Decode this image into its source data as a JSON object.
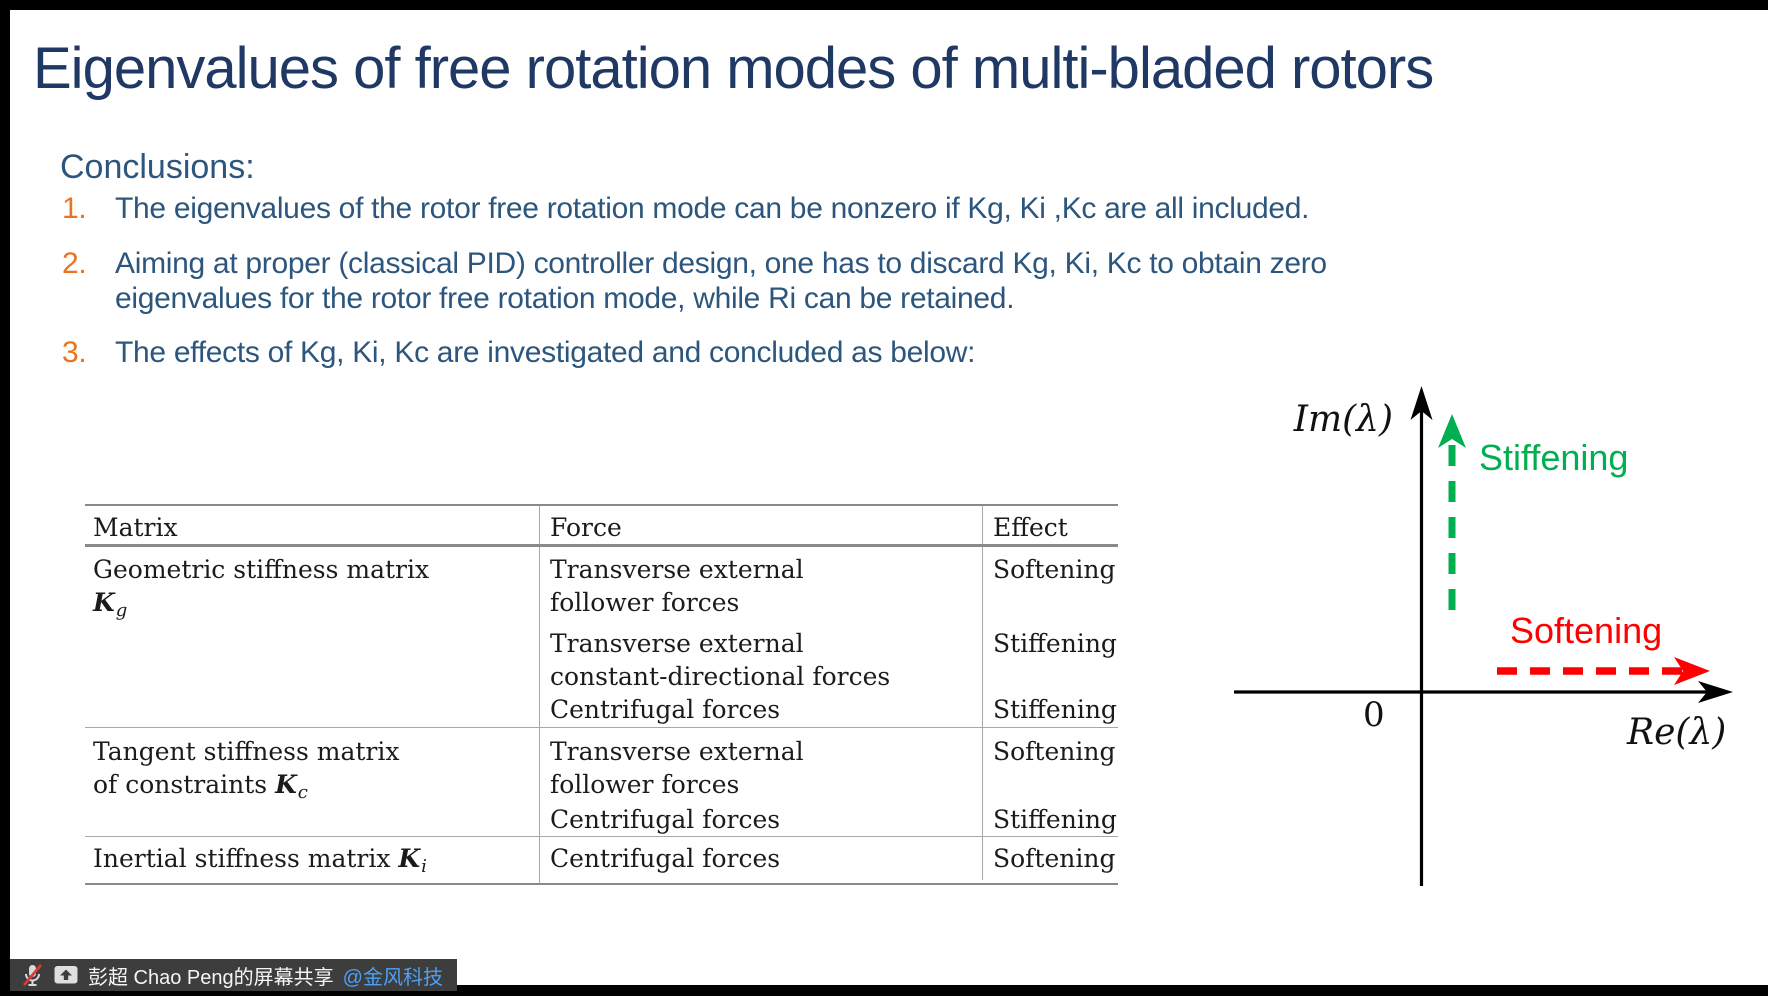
{
  "title": "Eigenvalues of free rotation modes of multi-bladed rotors",
  "conclusions": {
    "heading": "Conclusions:",
    "items": [
      {
        "num": "1.",
        "lines": [
          "The eigenvalues of the rotor free rotation mode can be nonzero if Kg, Ki ,Kc are all included."
        ]
      },
      {
        "num": "2.",
        "lines": [
          "Aiming at proper (classical PID) controller design, one has to discard Kg, Ki, Kc to obtain zero",
          "eigenvalues for the rotor free rotation mode, while Ri can be retained."
        ]
      },
      {
        "num": "3.",
        "lines": [
          "The effects of Kg, Ki, Kc are investigated and concluded as below:"
        ]
      }
    ]
  },
  "table": {
    "headers": {
      "matrix": "Matrix",
      "force": "Force",
      "effect": "Effect"
    },
    "groups": [
      {
        "matrix_line1": "Geometric stiffness matrix",
        "matrix_prefix": "",
        "symbol": "K",
        "subscript": "g",
        "rows": [
          {
            "force_line1": "Transverse external",
            "force_line2": "follower forces",
            "effect": "Softening"
          },
          {
            "force_line1": "Transverse external",
            "force_line2": "constant-directional forces",
            "effect": "Stiffening"
          },
          {
            "force_line1": "Centrifugal forces",
            "effect": "Stiffening"
          }
        ]
      },
      {
        "matrix_line1": "Tangent stiffness matrix",
        "matrix_prefix": "of constraints ",
        "symbol": "K",
        "subscript": "c",
        "rows": [
          {
            "force_line1": "Transverse external",
            "force_line2": "follower forces",
            "effect": "Softening"
          },
          {
            "force_line1": "Centrifugal forces",
            "effect": "Stiffening"
          }
        ]
      },
      {
        "matrix_prefix": "Inertial stiffness matrix ",
        "symbol": "K",
        "subscript": "i",
        "rows": [
          {
            "force_line1": "Centrifugal forces",
            "effect": "Softening"
          }
        ]
      }
    ]
  },
  "diagram": {
    "im_label": "Im(λ)",
    "re_label": "Re(λ)",
    "origin_label": "0",
    "stiffening_label": "Stiffening",
    "softening_label": "Softening",
    "colors": {
      "stiffening_green": "#00AF50",
      "softening_red": "#FF0000",
      "axis_black": "#000000"
    }
  },
  "share_bar": {
    "presenter": "彭超 Chao Peng的屏幕共享",
    "handle": "@金风科技",
    "mic_icon": "mic-muted-icon",
    "screen_icon": "screen-share-icon"
  },
  "accent_colors": {
    "title_navy": "#1F3864",
    "body_blue": "#2C567E",
    "number_orange": "#E9731E"
  }
}
